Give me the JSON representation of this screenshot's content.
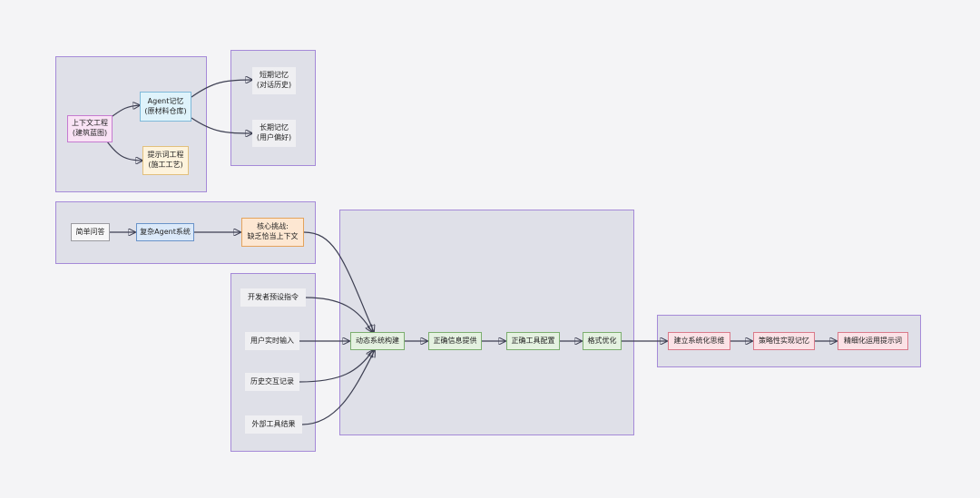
{
  "nodes": {
    "context_engineering": "上下文工程\n(建筑蓝图)",
    "agent_memory": "Agent记忆\n(原材料仓库)",
    "prompt_engineering": "提示词工程\n(施工工艺)",
    "short_term_memory": "短期记忆\n(对话历史)",
    "long_term_memory": "长期记忆\n(用户偏好)",
    "simple_qa": "简单问答",
    "complex_agent": "复杂Agent系统",
    "core_challenge": "核心挑战:\n缺乏恰当上下文",
    "dev_instructions": "开发者预设指令",
    "user_input": "用户实时输入",
    "history": "历史交互记录",
    "tool_results": "外部工具结果",
    "dynamic_build": "动态系统构建",
    "correct_info": "正确信息提供",
    "correct_tools": "正确工具配置",
    "format_opt": "格式优化",
    "system_thinking": "建立系统化思维",
    "strategic_memory": "策略性实现记忆",
    "fine_prompt": "精细化运用提示词"
  },
  "colors": {
    "cluster_fill": "#dfe0e8",
    "cluster_border": "#a58ad8",
    "edge": "#3d3f52"
  }
}
